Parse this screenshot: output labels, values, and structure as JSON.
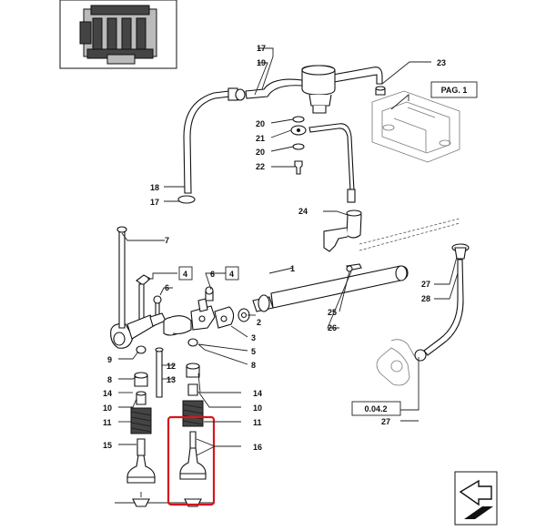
{
  "labels": {
    "l1": "1",
    "l2": "2",
    "l3": "3",
    "l4a": "4",
    "l4b": "4",
    "l5": "5",
    "l6a": "6",
    "l6b": "6",
    "l7": "7",
    "l8a": "8",
    "l8b": "8",
    "l9": "9",
    "l10a": "10",
    "l10b": "10",
    "l11a": "11",
    "l11b": "11",
    "l12": "12",
    "l13": "13",
    "l14a": "14",
    "l14b": "14",
    "l15": "15",
    "l16": "16",
    "l17a": "17",
    "l17b": "17",
    "l18": "18",
    "l19": "19",
    "l20a": "20",
    "l20b": "20",
    "l21": "21",
    "l22": "22",
    "l23": "23",
    "l24": "24",
    "l25": "25",
    "l26": "26",
    "l27a": "27",
    "l27b": "27",
    "l28": "28"
  },
  "refs": {
    "page": "PAG. 1",
    "section": "0.04.2"
  },
  "colors": {
    "highlight": "#d7151c",
    "ink": "#111111"
  },
  "icons": {
    "thumbnail": "engine-thumbnail-icon",
    "nav": "next-page-arrow-icon"
  }
}
